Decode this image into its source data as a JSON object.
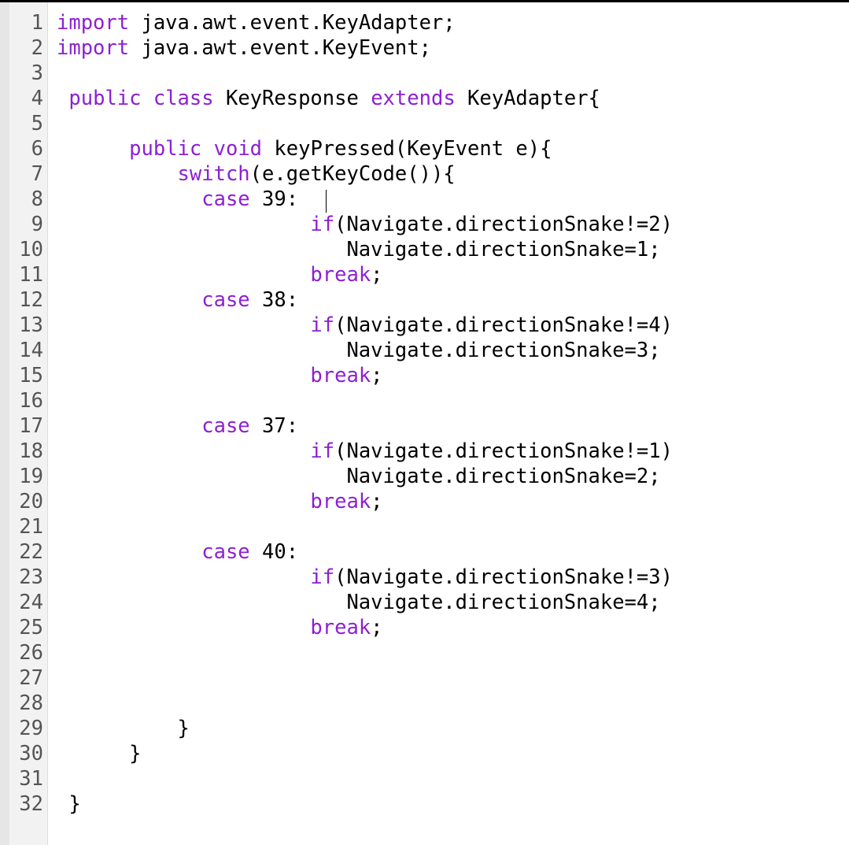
{
  "colors": {
    "keyword": "#8d1fd4",
    "text": "#000000",
    "line_number": "#555555",
    "gutter_bg": "#f2f2f2",
    "editor_bg": "#ffffff"
  },
  "editor": {
    "line_numbers": [
      "1",
      "2",
      "3",
      "4",
      "5",
      "6",
      "7",
      "8",
      "9",
      "10",
      "11",
      "12",
      "13",
      "14",
      "15",
      "16",
      "17",
      "18",
      "19",
      "20",
      "21",
      "22",
      "23",
      "24",
      "25",
      "26",
      "27",
      "28",
      "29",
      "30",
      "31",
      "32"
    ],
    "lines": [
      [
        {
          "t": "import",
          "k": true
        },
        {
          "t": " java.awt.event.KeyAdapter;",
          "k": false
        }
      ],
      [
        {
          "t": "import",
          "k": true
        },
        {
          "t": " java.awt.event.KeyEvent;",
          "k": false
        }
      ],
      [],
      [
        {
          "t": " ",
          "k": false
        },
        {
          "t": "public",
          "k": true
        },
        {
          "t": " ",
          "k": false
        },
        {
          "t": "class",
          "k": true
        },
        {
          "t": " KeyResponse ",
          "k": false
        },
        {
          "t": "extends",
          "k": true
        },
        {
          "t": " KeyAdapter{",
          "k": false
        }
      ],
      [],
      [
        {
          "t": "      ",
          "k": false
        },
        {
          "t": "public",
          "k": true
        },
        {
          "t": " ",
          "k": false
        },
        {
          "t": "void",
          "k": true
        },
        {
          "t": " keyPressed(KeyEvent e){",
          "k": false
        }
      ],
      [
        {
          "t": "          ",
          "k": false
        },
        {
          "t": "switch",
          "k": true
        },
        {
          "t": "(e.getKeyCode()){",
          "k": false
        }
      ],
      [
        {
          "t": "            ",
          "k": false
        },
        {
          "t": "case",
          "k": true
        },
        {
          "t": " 39:",
          "k": false
        }
      ],
      [
        {
          "t": "                     ",
          "k": false
        },
        {
          "t": "if",
          "k": true
        },
        {
          "t": "(Navigate.directionSnake!=2)",
          "k": false
        }
      ],
      [
        {
          "t": "                        Navigate.directionSnake=1;",
          "k": false
        }
      ],
      [
        {
          "t": "                     ",
          "k": false
        },
        {
          "t": "break",
          "k": true
        },
        {
          "t": ";",
          "k": false
        }
      ],
      [
        {
          "t": "            ",
          "k": false
        },
        {
          "t": "case",
          "k": true
        },
        {
          "t": " 38:",
          "k": false
        }
      ],
      [
        {
          "t": "                     ",
          "k": false
        },
        {
          "t": "if",
          "k": true
        },
        {
          "t": "(Navigate.directionSnake!=4)",
          "k": false
        }
      ],
      [
        {
          "t": "                        Navigate.directionSnake=3;",
          "k": false
        }
      ],
      [
        {
          "t": "                     ",
          "k": false
        },
        {
          "t": "break",
          "k": true
        },
        {
          "t": ";",
          "k": false
        }
      ],
      [],
      [
        {
          "t": "            ",
          "k": false
        },
        {
          "t": "case",
          "k": true
        },
        {
          "t": " 37:",
          "k": false
        }
      ],
      [
        {
          "t": "                     ",
          "k": false
        },
        {
          "t": "if",
          "k": true
        },
        {
          "t": "(Navigate.directionSnake!=1)",
          "k": false
        }
      ],
      [
        {
          "t": "                        Navigate.directionSnake=2;",
          "k": false
        }
      ],
      [
        {
          "t": "                     ",
          "k": false
        },
        {
          "t": "break",
          "k": true
        },
        {
          "t": ";",
          "k": false
        }
      ],
      [],
      [
        {
          "t": "            ",
          "k": false
        },
        {
          "t": "case",
          "k": true
        },
        {
          "t": " 40:",
          "k": false
        }
      ],
      [
        {
          "t": "                     ",
          "k": false
        },
        {
          "t": "if",
          "k": true
        },
        {
          "t": "(Navigate.directionSnake!=3)",
          "k": false
        }
      ],
      [
        {
          "t": "                        Navigate.directionSnake=4;",
          "k": false
        }
      ],
      [
        {
          "t": "                     ",
          "k": false
        },
        {
          "t": "break",
          "k": true
        },
        {
          "t": ";",
          "k": false
        }
      ],
      [],
      [],
      [],
      [
        {
          "t": "          }",
          "k": false
        }
      ],
      [
        {
          "t": "      }",
          "k": false
        }
      ],
      [],
      [
        {
          "t": " }",
          "k": false
        }
      ],
      []
    ]
  }
}
